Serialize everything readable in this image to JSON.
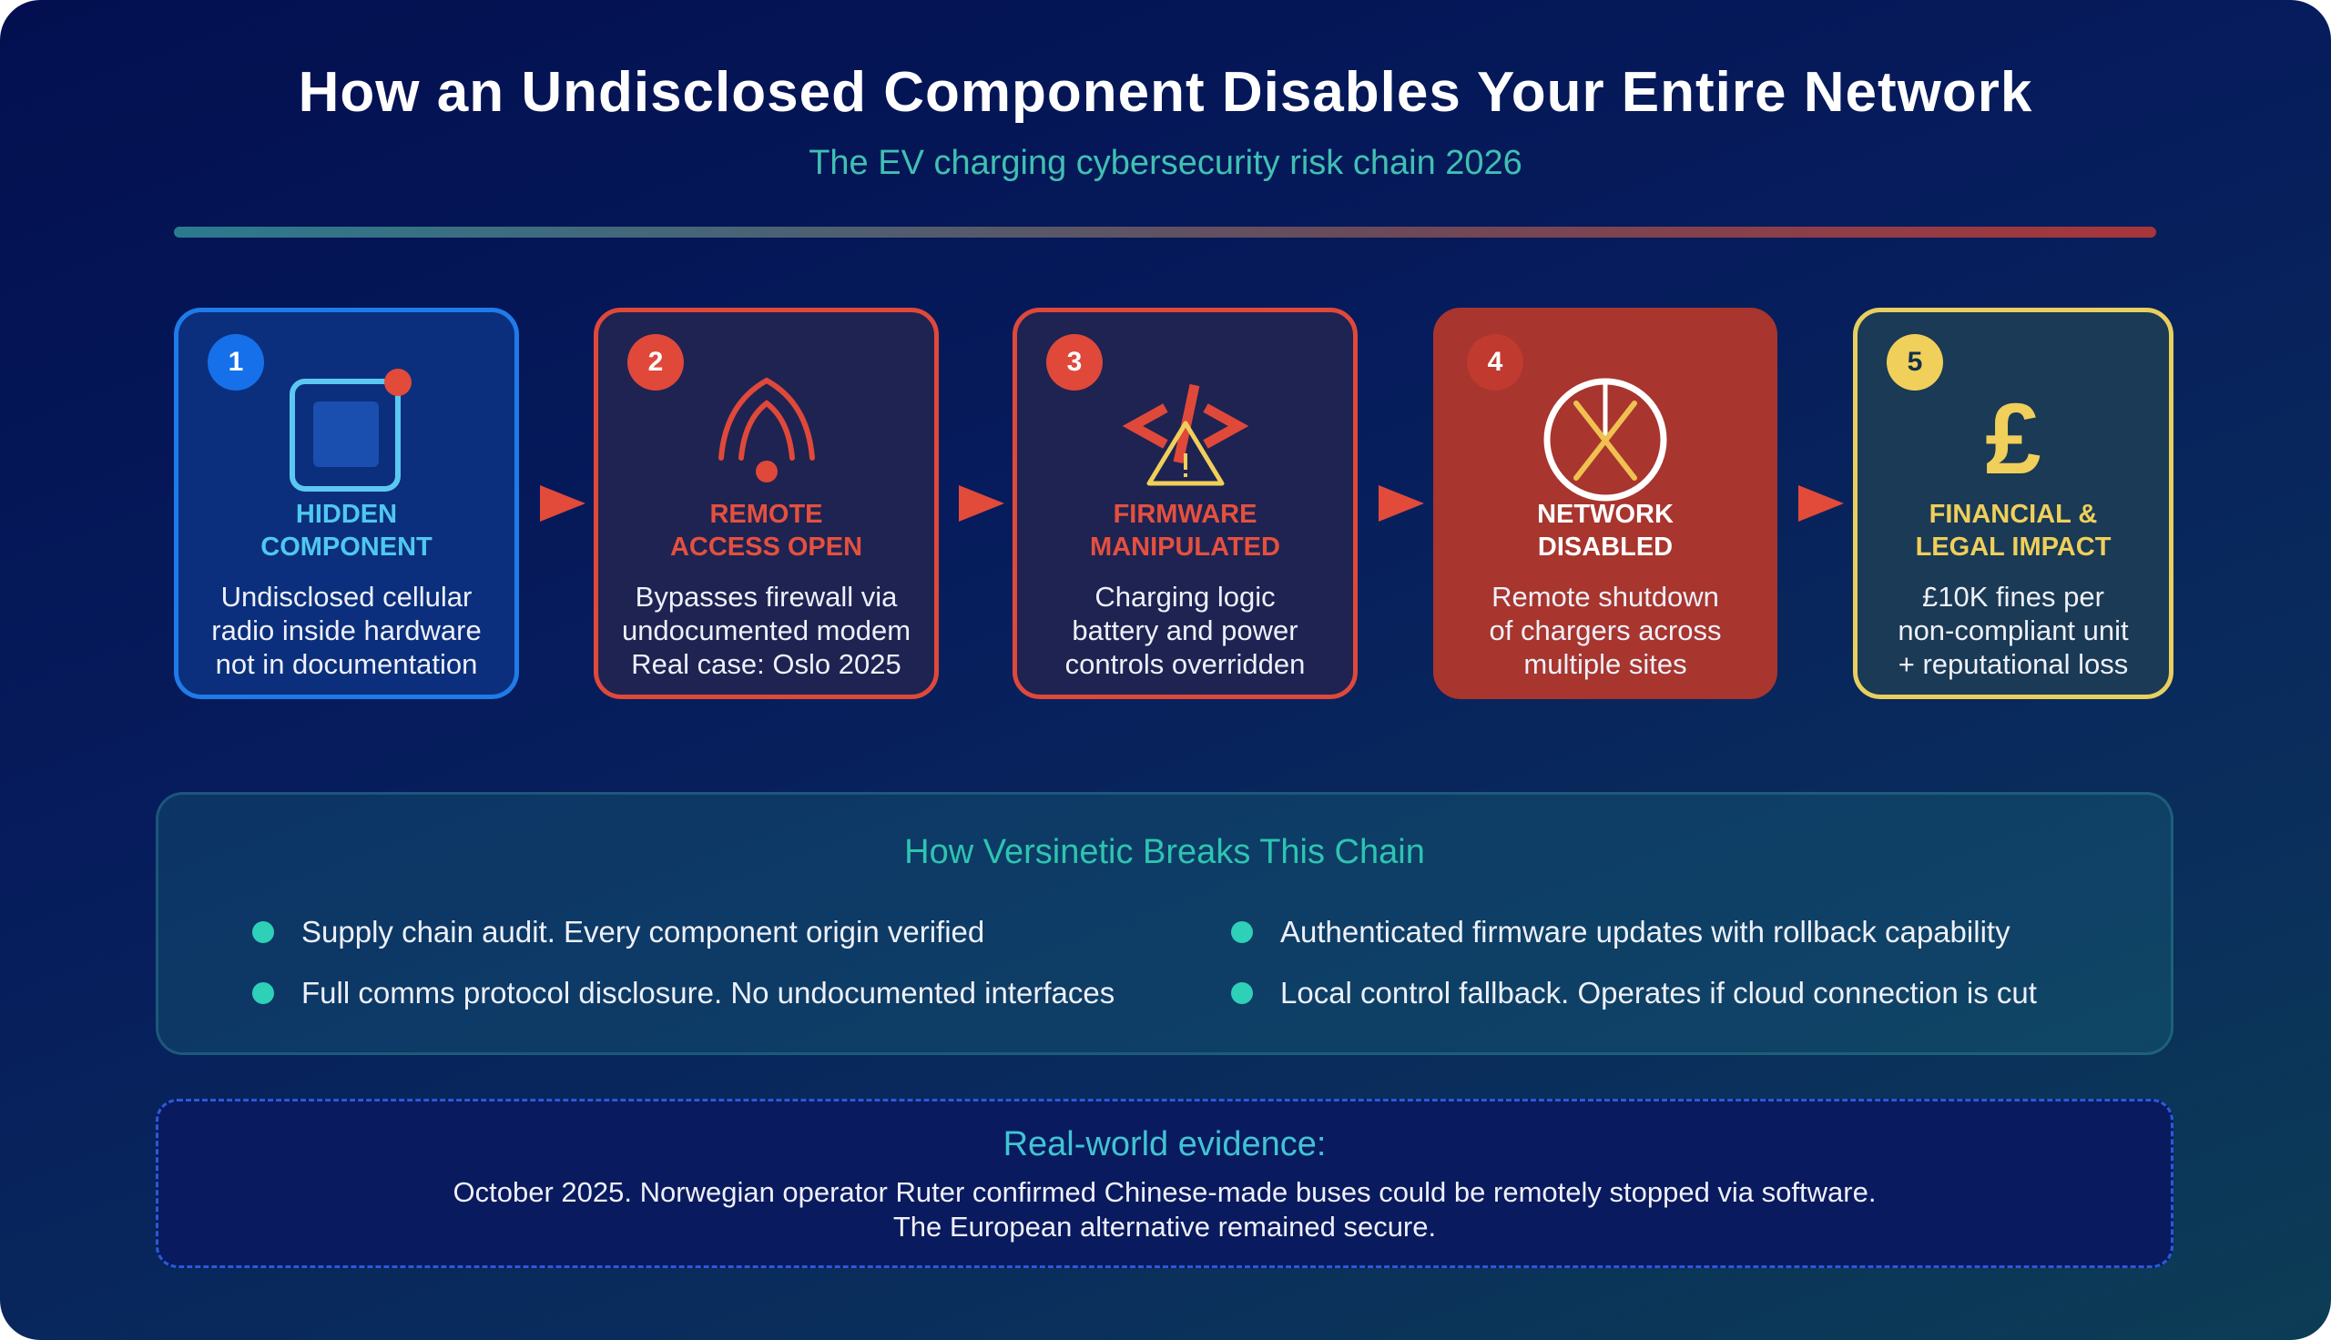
{
  "header": {
    "title": "How an Undisclosed Component Disables Your Entire Network",
    "subtitle": "The EV charging cybersecurity risk chain 2026"
  },
  "cards": [
    {
      "number": "1",
      "title_1": "HIDDEN",
      "title_2": "COMPONENT",
      "body": [
        "Undisclosed cellular",
        "radio inside hardware",
        "not in documentation"
      ],
      "icon": "chip-icon"
    },
    {
      "number": "2",
      "title_1": "REMOTE",
      "title_2": "ACCESS OPEN",
      "body": [
        "Bypasses firewall via",
        "undocumented modem",
        "Real case: Oslo 2025"
      ],
      "icon": "signal-icon"
    },
    {
      "number": "3",
      "title_1": "FIRMWARE",
      "title_2": "MANIPULATED",
      "body": [
        "Charging logic",
        "battery and power",
        "controls overridden"
      ],
      "icon": "code-warning-icon"
    },
    {
      "number": "4",
      "title_1": "NETWORK",
      "title_2": "DISABLED",
      "body": [
        "Remote shutdown",
        "of chargers across",
        "multiple sites"
      ],
      "icon": "power-off-icon"
    },
    {
      "number": "5",
      "title_1": "FINANCIAL &",
      "title_2": "LEGAL IMPACT",
      "body": [
        "£10K fines per",
        "non-compliant unit",
        "+ reputational loss"
      ],
      "icon": "pound-icon",
      "symbol": "£"
    }
  ],
  "solutions": {
    "heading": "How Versinetic Breaks This Chain",
    "items": [
      "Supply chain audit. Every component origin verified",
      "Authenticated firmware updates with rollback capability",
      "Full comms protocol disclosure. No undocumented interfaces",
      "Local control fallback. Operates if cloud connection is cut"
    ]
  },
  "evidence": {
    "heading": "Real-world evidence:",
    "line_1": "October 2025. Norwegian operator Ruter confirmed Chinese-made buses could be remotely stopped via software.",
    "line_2": "The European alternative remained secure."
  },
  "colors": {
    "blue": "#1f7be8",
    "red": "#e24a3a",
    "yellow": "#f0cf5a",
    "teal": "#2ec4b0"
  }
}
